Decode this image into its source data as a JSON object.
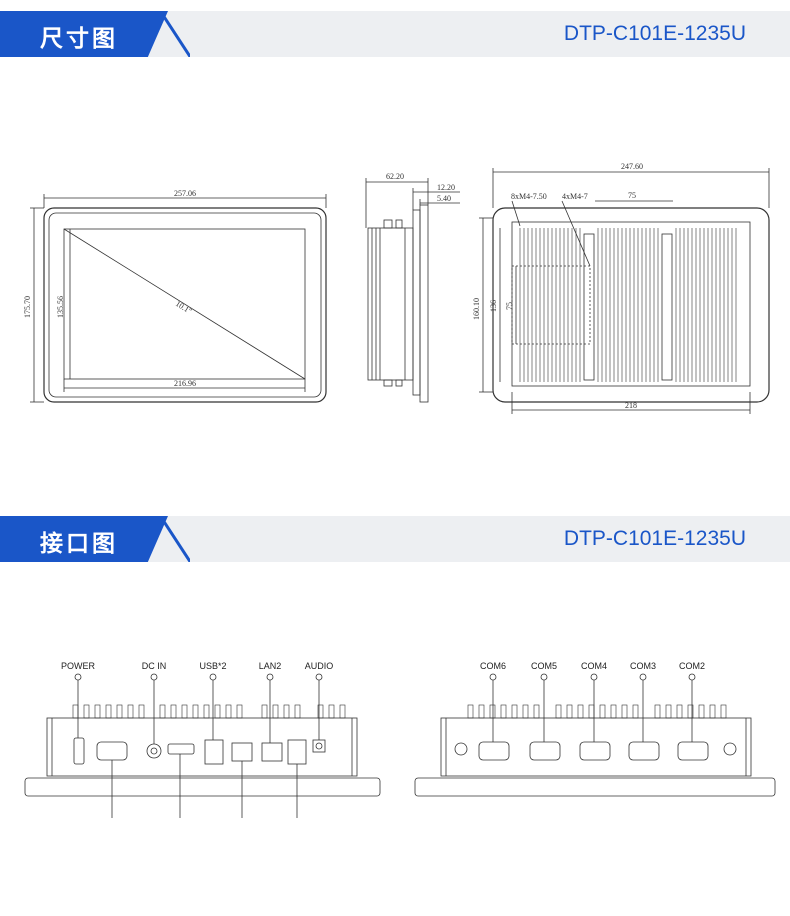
{
  "sections": {
    "dimensions": {
      "title": "尺寸图",
      "model": "DTP-C101E-1235U"
    },
    "interfaces": {
      "title": "接口图",
      "model": "DTP-C101E-1235U"
    }
  },
  "front_view": {
    "width_label": "257.06",
    "height_label": "175.70",
    "screen_height_label": "135.56",
    "screen_width_label": "216.96",
    "diagonal_label": "10.1\""
  },
  "side_view": {
    "depth_label": "62.20",
    "bezel_label": "12.20",
    "panel_label": "5.40"
  },
  "back_view": {
    "width_label": "247.60",
    "height_label": "160.10",
    "inner_height_label": "136",
    "vesa_height_label": "75",
    "vesa_width_label": "75",
    "mount_width_label": "218",
    "screw_label_1": "8xM4-7.50",
    "screw_label_2": "4xM4-7"
  },
  "ports_left": [
    "POWER",
    "DC IN",
    "USB*2",
    "LAN2",
    "AUDIO"
  ],
  "ports_right": [
    "COM6",
    "COM5",
    "COM4",
    "COM3",
    "COM2"
  ],
  "colors": {
    "accent": "#1a56c8",
    "band": "#edeff2",
    "line": "#333333"
  }
}
